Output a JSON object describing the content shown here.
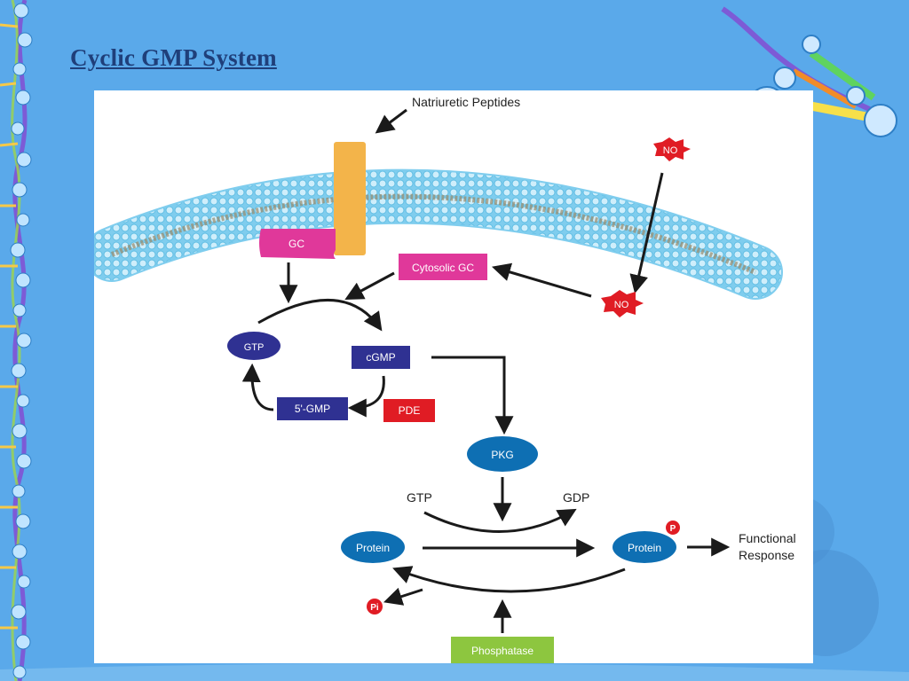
{
  "slide": {
    "title": "Cyclic GMP System",
    "accent_color": "#5aa9ea",
    "title_color": "#1f3f7a"
  },
  "diagram": {
    "labels": {
      "natriuretic_peptides": "Natriuretic Peptides",
      "gc": "GC",
      "cytosolic_gc": "Cytosolic GC",
      "no_top": "NO",
      "no_bottom": "NO",
      "gtp": "GTP",
      "cgmp": "cGMP",
      "five_gmp": "5'-GMP",
      "pde": "PDE",
      "pkg": "PKG",
      "gtp_small": "GTP",
      "gdp": "GDP",
      "protein_left": "Protein",
      "protein_right": "Protein",
      "phospho_p": "P",
      "pi": "Pi",
      "functional_response_line1": "Functional",
      "functional_response_line2": "Response",
      "phosphatase": "Phosphatase"
    },
    "colors": {
      "membrane": "#a8dcf2",
      "receptor": "#f3b44a",
      "gc_magenta": "#e0389a",
      "node_navy": "#2f3192",
      "node_blue": "#0e6fb3",
      "no_red": "#e01c24",
      "phosphatase_green": "#8dc63f"
    }
  }
}
